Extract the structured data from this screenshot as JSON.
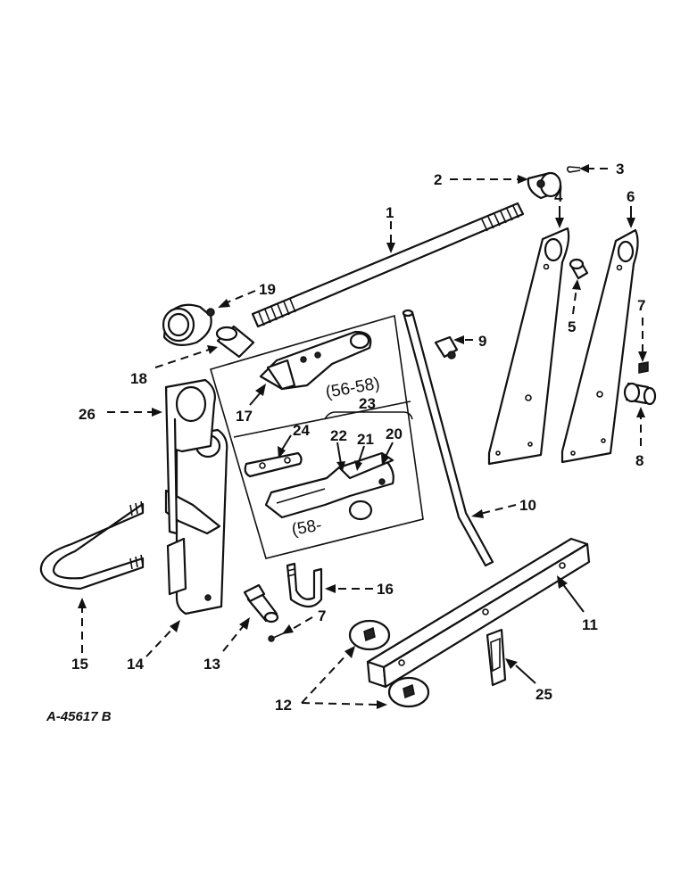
{
  "diagram": {
    "drawing_code": "A-45617 B",
    "inset_notes": {
      "upper": "(56-58)",
      "lower": "(58-"
    },
    "callouts": {
      "c1": "1",
      "c2": "2",
      "c3": "3",
      "c4": "4",
      "c5": "5",
      "c6": "6",
      "c7a": "7",
      "c7b": "7",
      "c8": "8",
      "c9": "9",
      "c10": "10",
      "c11": "11",
      "c12": "12",
      "c13": "13",
      "c14": "14",
      "c15": "15",
      "c16": "16",
      "c17": "17",
      "c18": "18",
      "c19": "19",
      "c20": "20",
      "c21": "21",
      "c22": "22",
      "c23": "23",
      "c24": "24",
      "c25": "25",
      "c26": "26"
    }
  }
}
